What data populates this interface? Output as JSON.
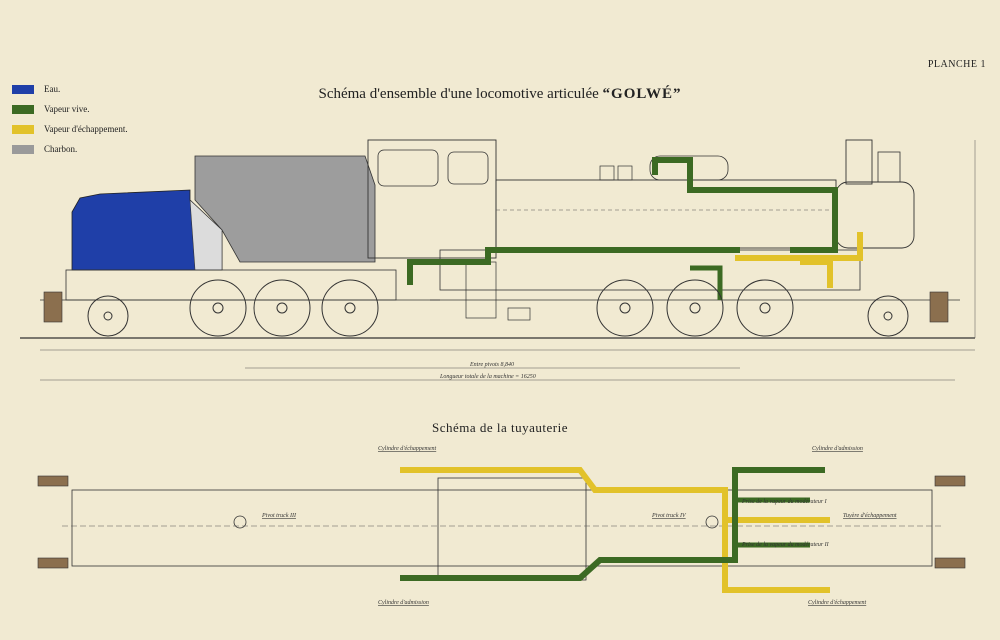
{
  "plate_label": "PLANCHE 1",
  "title_prefix": "Schéma d'ensemble d'une locomotive articulée",
  "title_name": "“GOLWÉ”",
  "subtitle": "Schéma de la tuyauterie",
  "legend": [
    {
      "label": "Eau.",
      "color": "#1f3fa8",
      "icon": "water-swatch"
    },
    {
      "label": "Vapeur vive.",
      "color": "#3c6a23",
      "icon": "live-steam-swatch"
    },
    {
      "label": "Vapeur d'échappement.",
      "color": "#e2c22a",
      "icon": "exhaust-steam-swatch"
    },
    {
      "label": "Charbon.",
      "color": "#9a9a9a",
      "icon": "coal-swatch"
    }
  ],
  "dimension_labels": {
    "entre_pivots": "Entre pivots 8,840",
    "longueur_totale": "Longueur totale de la machine = 16250"
  },
  "piping_labels": {
    "cyl_echap_top_left": "Cylindre d'échappement",
    "cyl_admission_top_right": "Cylindre d'admission",
    "pivot_truck_iii": "Pivot truck III",
    "pivot_truck_iv": "Pivot truck IV",
    "prise_moderateur_1": "Prise de la vapeur du modérateur I",
    "tuyere": "Tuyère d'échappement",
    "prise_moderateur_2": "Prise de la vapeur du modérateur II",
    "cyl_admission_bottom_left": "Cylindre d'admission",
    "cyl_echap_bottom_right": "Cylindre d'échappement"
  }
}
